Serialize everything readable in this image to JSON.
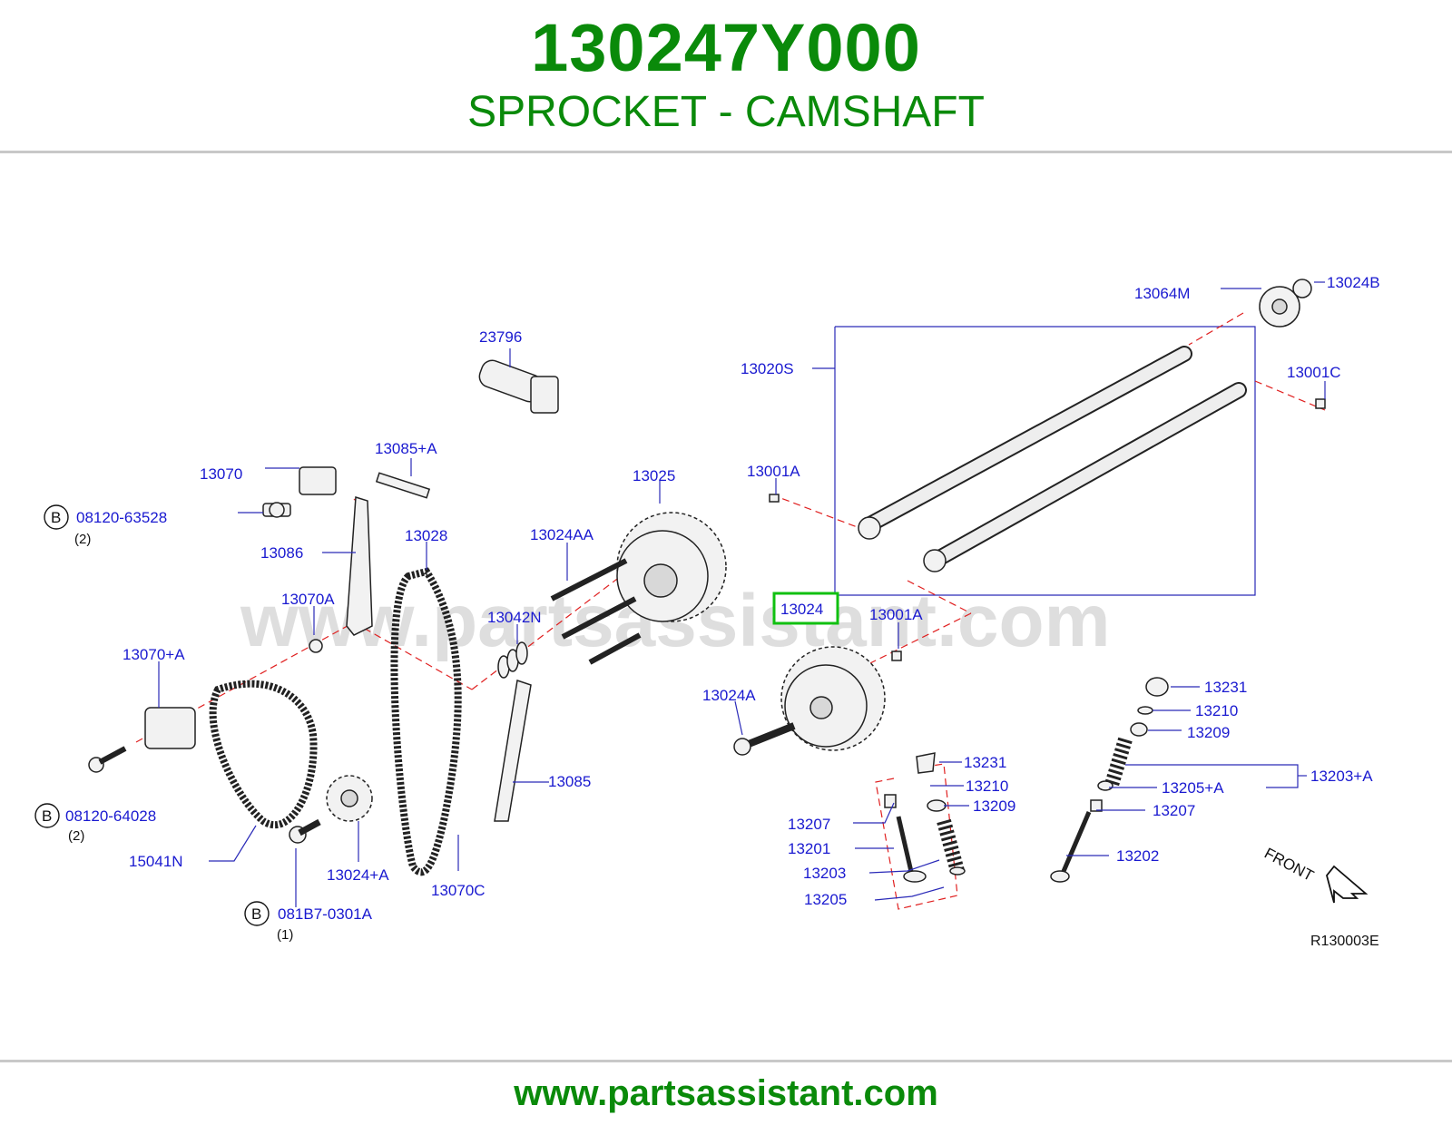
{
  "header": {
    "part_number": "130247Y000",
    "part_name": "SPROCKET - CAMSHAFT"
  },
  "diagram": {
    "watermark": "www.partsassistant.com",
    "reference_code": "R130003E",
    "front_label": "FRONT",
    "highlighted_label": "13024",
    "labels": {
      "l_13064M": "13064M",
      "l_13024B": "13024B",
      "l_23796": "23796",
      "l_13020S": "13020S",
      "l_13001C": "13001C",
      "l_13085A_top": "13085+A",
      "l_13070": "13070",
      "l_13025": "13025",
      "l_13001A_top": "13001A",
      "l_08120_63528": "08120-63528",
      "l_qty2_a": "(2)",
      "l_13028": "13028",
      "l_13024AA": "13024AA",
      "l_13086": "13086",
      "l_13070A": "13070A",
      "l_13042N": "13042N",
      "l_13001A_mid": "13001A",
      "l_13070plusA": "13070+A",
      "l_13024A": "13024A",
      "l_13231_r": "13231",
      "l_13210_r": "13210",
      "l_13209_r": "13209",
      "l_13231_c": "13231",
      "l_13203plusA": "13203+A",
      "l_13085": "13085",
      "l_13210_c": "13210",
      "l_13205plusA": "13205+A",
      "l_13209_c": "13209",
      "l_08120_64028": "08120-64028",
      "l_13207_c": "13207",
      "l_13207_r": "13207",
      "l_qty2_b": "(2)",
      "l_13201": "13201",
      "l_15041N": "15041N",
      "l_13024plusA": "13024+A",
      "l_13202": "13202",
      "l_13203": "13203",
      "l_13070C": "13070C",
      "l_13205": "13205",
      "l_081B7_0301A": "081B7-0301A",
      "l_qty1": "(1)",
      "b_marker": "B"
    }
  },
  "footer": {
    "url": "www.partsassistant.com"
  }
}
